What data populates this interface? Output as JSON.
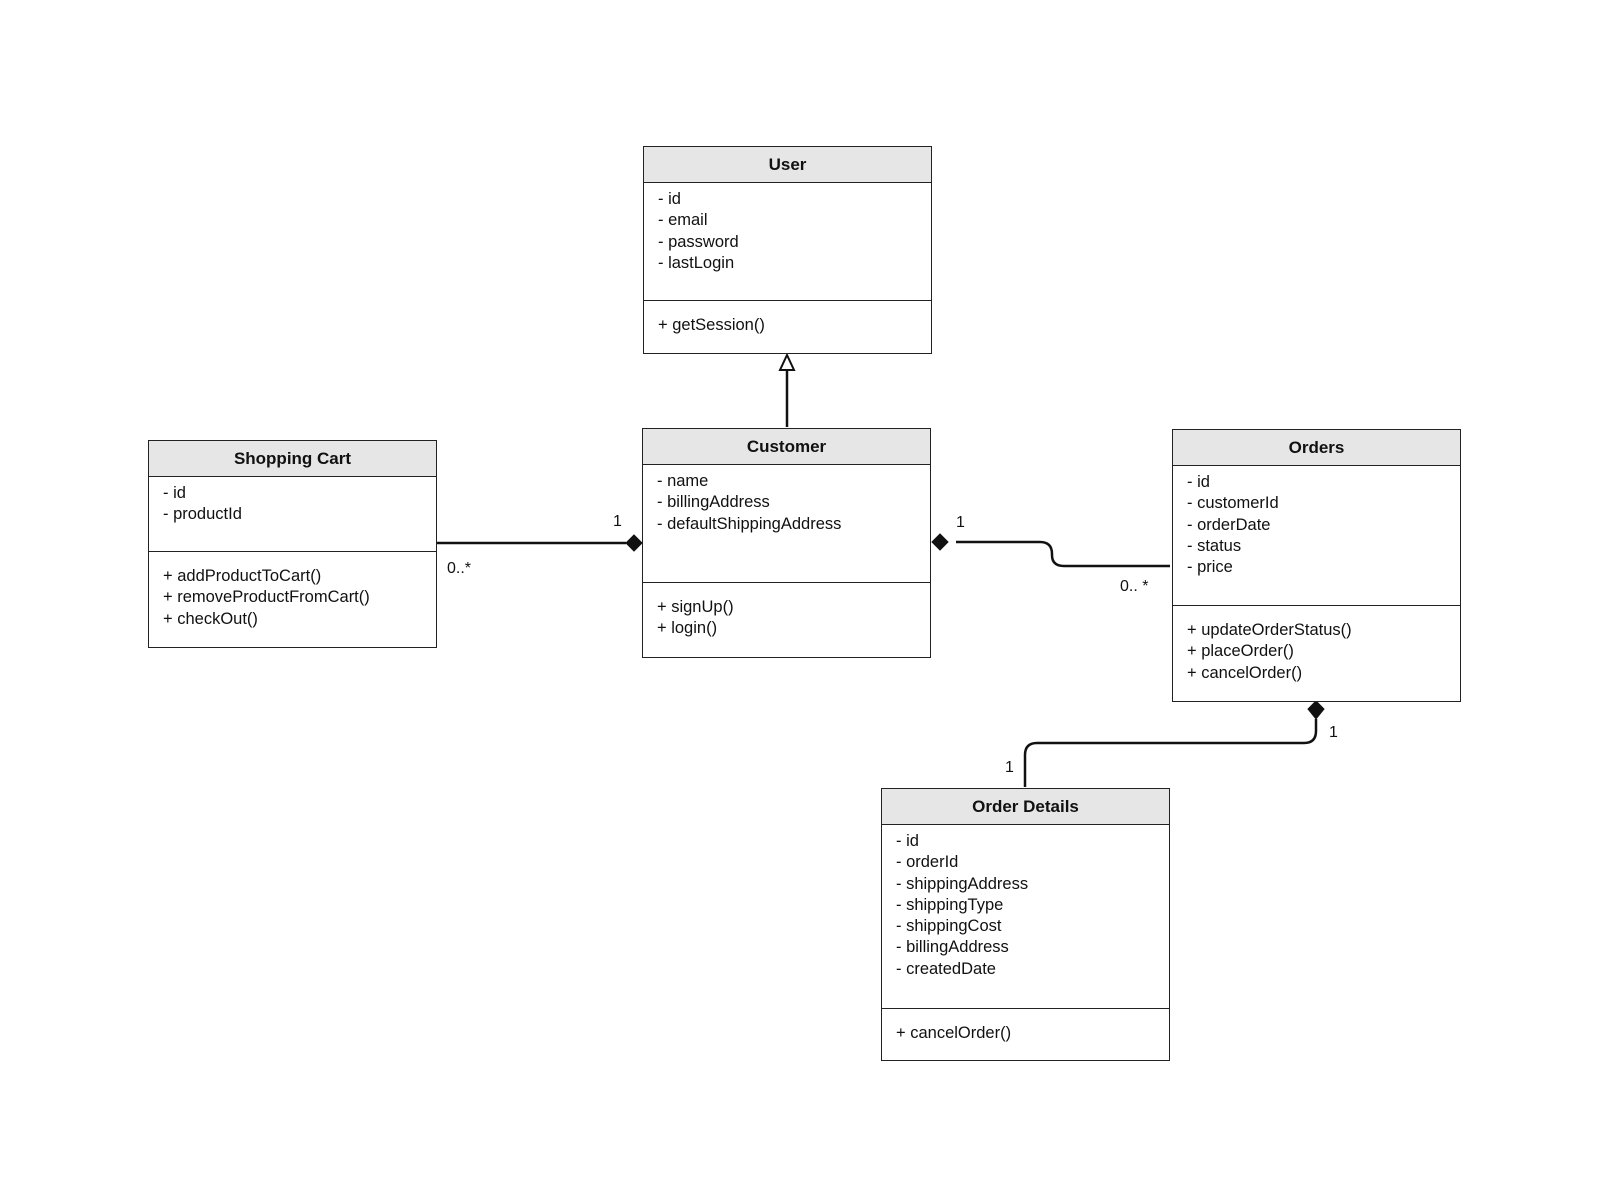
{
  "classes": {
    "user": {
      "name": "User",
      "attributes": [
        "- id",
        "- email",
        "- password",
        "- lastLogin"
      ],
      "methods": [
        "+ getSession()"
      ]
    },
    "customer": {
      "name": "Customer",
      "attributes": [
        "- name",
        "- billingAddress",
        "- defaultShippingAddress"
      ],
      "methods": [
        "+ signUp()",
        "+ login()"
      ]
    },
    "shopping_cart": {
      "name": "Shopping Cart",
      "attributes": [
        "- id",
        "- productId"
      ],
      "methods": [
        "+ addProductToCart()",
        "+ removeProductFromCart()",
        "+ checkOut()"
      ]
    },
    "orders": {
      "name": "Orders",
      "attributes": [
        "- id",
        "- customerId",
        "- orderDate",
        "- status",
        "- price"
      ],
      "methods": [
        "+ updateOrderStatus()",
        "+ placeOrder()",
        "+ cancelOrder()"
      ]
    },
    "order_details": {
      "name": "Order Details",
      "attributes": [
        "- id",
        "- orderId",
        "- shippingAddress",
        "- shippingType",
        "- shippingCost",
        "- billingAddress",
        "- createdDate"
      ],
      "methods": [
        "+ cancelOrder()"
      ]
    }
  },
  "relations": {
    "customer_user": {
      "type": "generalization",
      "from": "Customer",
      "to": "User"
    },
    "cart_customer": {
      "type": "composition",
      "from": "Shopping Cart",
      "to": "Customer",
      "mult_whole": "1",
      "mult_part": "0..*"
    },
    "orders_customer": {
      "type": "composition",
      "from": "Orders",
      "to": "Customer",
      "mult_whole": "1",
      "mult_part": "0.. *"
    },
    "details_orders": {
      "type": "composition",
      "from": "Order Details",
      "to": "Orders",
      "mult_whole": "1",
      "mult_part": "1"
    }
  },
  "colors": {
    "header_fill": "#e6e6e6",
    "line": "#111111",
    "border": "#222222"
  }
}
